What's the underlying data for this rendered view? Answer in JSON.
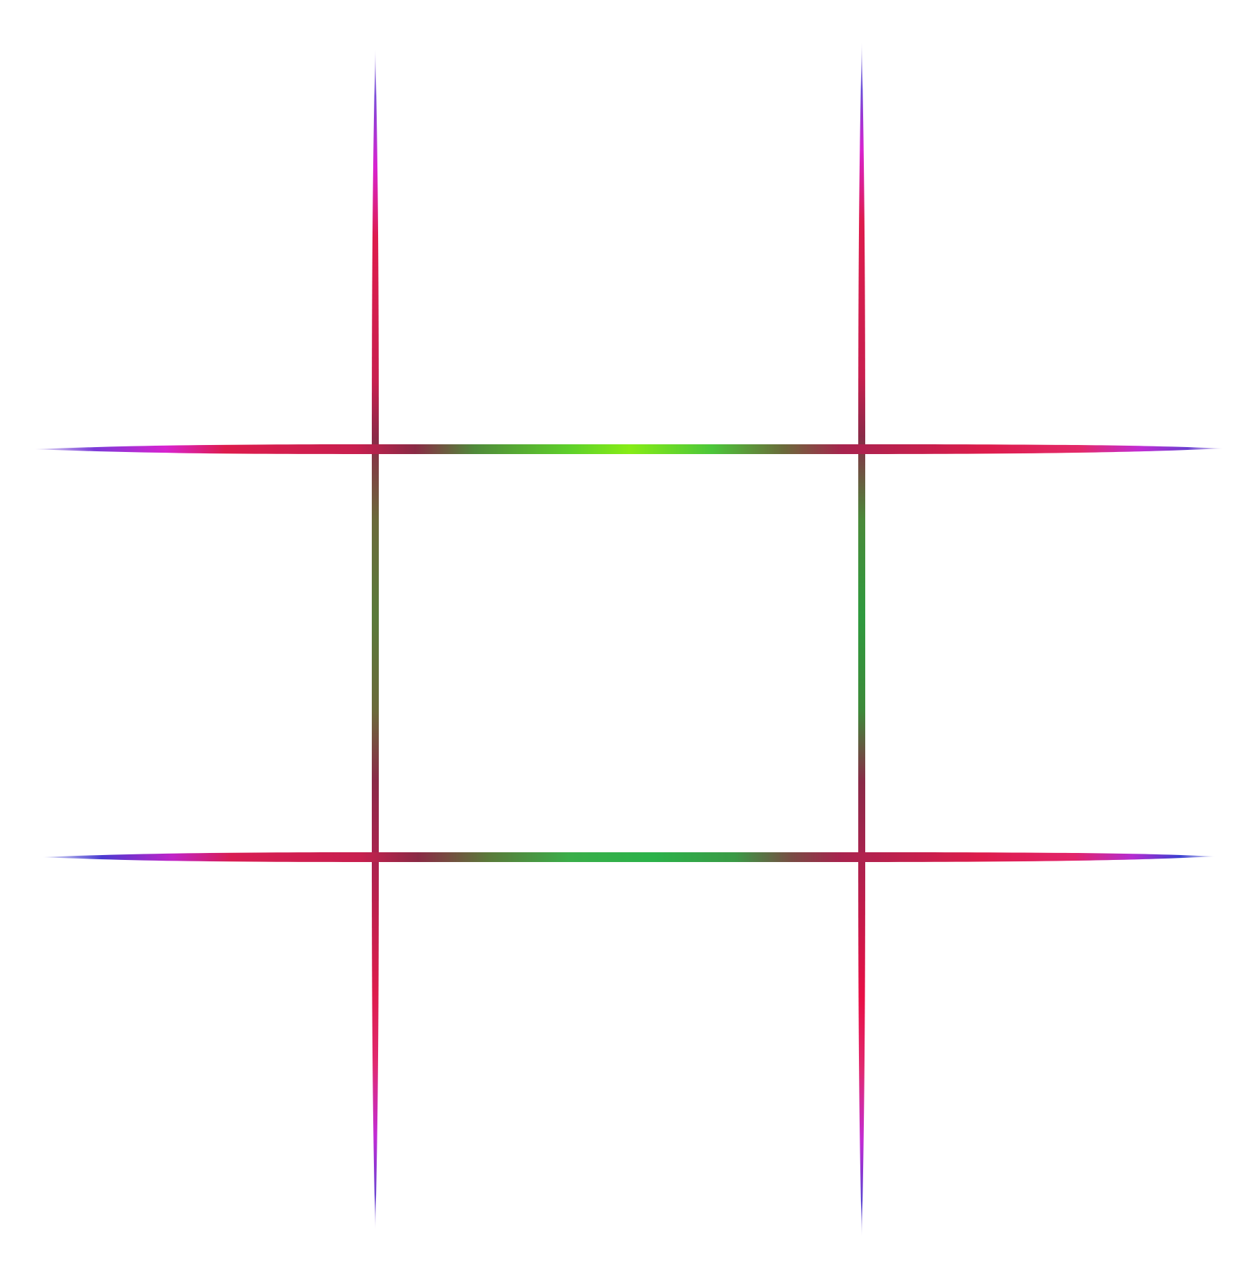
{
  "game": {
    "type": "tic-tac-toe",
    "grid": {
      "rows": 3,
      "cols": 3
    },
    "cells": [
      {
        "row": 1,
        "col": 1,
        "mark": ""
      },
      {
        "row": 1,
        "col": 2,
        "mark": ""
      },
      {
        "row": 1,
        "col": 3,
        "mark": ""
      },
      {
        "row": 2,
        "col": 1,
        "mark": ""
      },
      {
        "row": 2,
        "col": 2,
        "mark": ""
      },
      {
        "row": 2,
        "col": 3,
        "mark": ""
      },
      {
        "row": 3,
        "col": 1,
        "mark": ""
      },
      {
        "row": 3,
        "col": 2,
        "mark": ""
      },
      {
        "row": 3,
        "col": 3,
        "mark": ""
      }
    ]
  },
  "colors": {
    "background": "#ffffff",
    "line_tip": "#6a3fd0",
    "line_magenta": "#d823d0",
    "line_red": "#dd1c4c",
    "line_maroon": "#a8234e",
    "center_green_bright": "#7ee81a",
    "center_green": "#2bb24a",
    "center_green_dark": "#3d8a3a",
    "center_olive": "#6f7a3a"
  }
}
